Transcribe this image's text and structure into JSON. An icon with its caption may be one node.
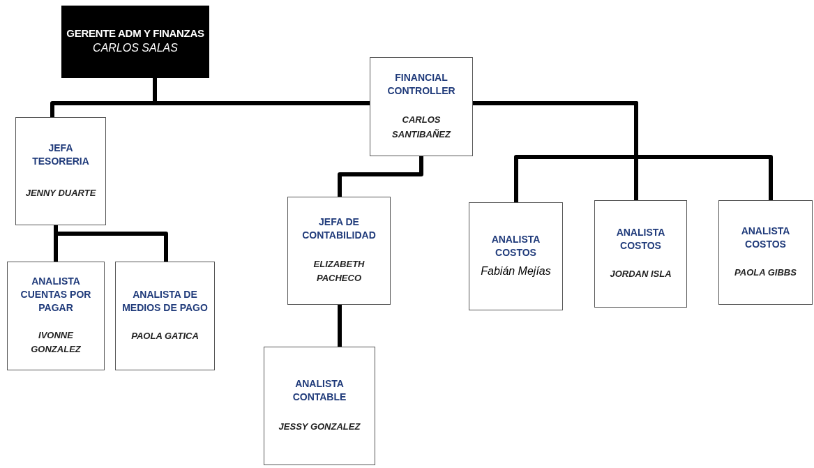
{
  "diagram": {
    "nodes": [
      {
        "text": [
          "GERENTE ADM Y FINANZAS",
          "CARLOS SALAS"
        ]
      },
      {
        "text": [
          "FINANCIAL CONTROLLER",
          "CARLOS SANTIBAÑEZ"
        ]
      },
      {
        "text": [
          "JEFA TESORERIA",
          "JENNY DUARTE"
        ]
      },
      {
        "text": [
          "ANALISTA CUENTAS POR PAGAR",
          "IVONNE GONZALEZ"
        ]
      },
      {
        "text": [
          "ANALISTA DE MEDIOS DE PAGO",
          "PAOLA GATICA"
        ]
      },
      {
        "text": [
          "JEFA DE CONTABILIDAD",
          "ELIZABETH PACHECO"
        ]
      },
      {
        "text": [
          "ANALISTA CONTABLE",
          "JESSY GONZALEZ"
        ]
      },
      {
        "text": [
          "ANALISTA COSTOS",
          "Fabián Mejías"
        ]
      },
      {
        "text": [
          "ANALISTA COSTOS",
          "JORDAN ISLA"
        ]
      },
      {
        "text": [
          "ANALISTA COSTOS",
          "PAOLA GIBBS"
        ]
      }
    ],
    "edges": [
      {
        "from": 0,
        "to": 2,
        "arrow": "none"
      },
      {
        "from": 0,
        "to": 1,
        "arrow": "none"
      },
      {
        "from": 1,
        "to": 5,
        "arrow": "none"
      },
      {
        "from": 1,
        "to": 7,
        "arrow": "none"
      },
      {
        "from": 1,
        "to": 8,
        "arrow": "none"
      },
      {
        "from": 1,
        "to": 9,
        "arrow": "none"
      },
      {
        "from": 2,
        "to": 3,
        "arrow": "none"
      },
      {
        "from": 2,
        "to": 4,
        "arrow": "none"
      },
      {
        "from": 5,
        "to": 6,
        "arrow": "none"
      }
    ]
  }
}
